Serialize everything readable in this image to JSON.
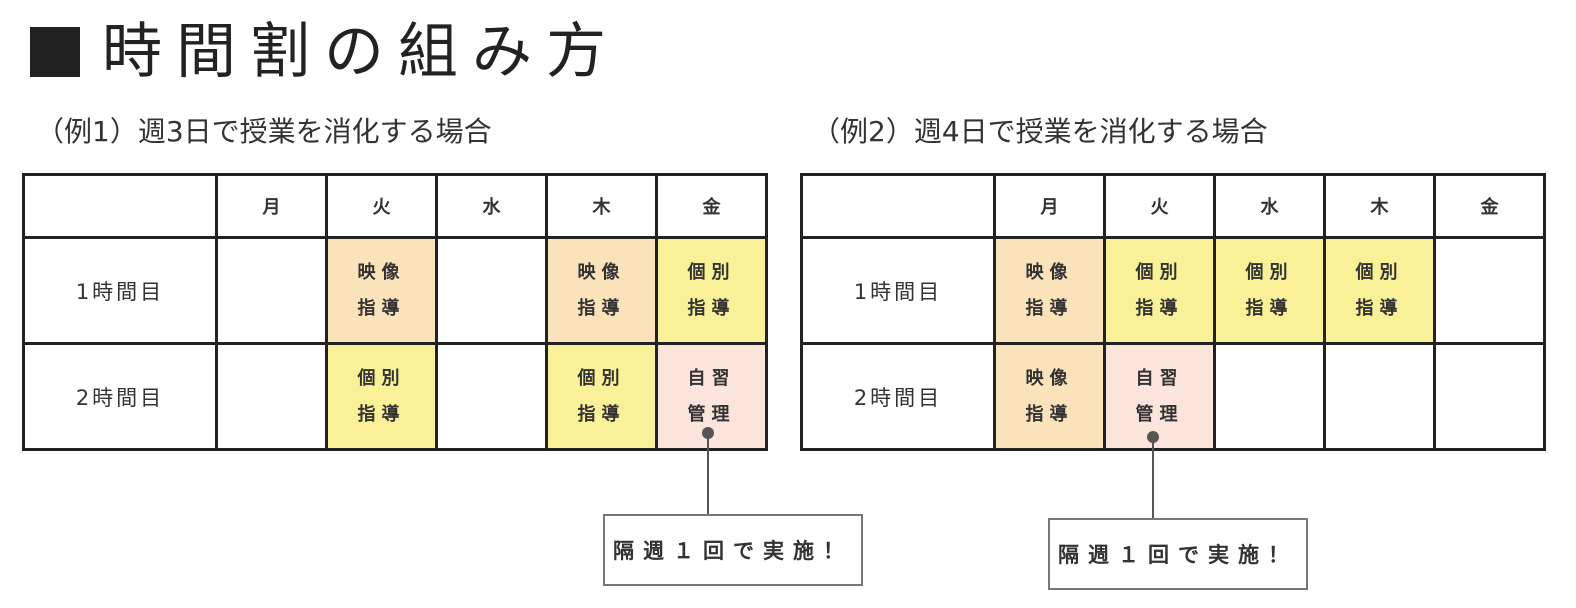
{
  "page": {
    "title": "時間割の組み方"
  },
  "examples": [
    {
      "caption": "（例1）週3日で授業を消化する場合",
      "days": [
        "月",
        "火",
        "水",
        "木",
        "金"
      ],
      "rows": [
        {
          "label": "1時間目",
          "cells": [
            {
              "line1": "",
              "line2": "",
              "type": "empty"
            },
            {
              "line1": "映像",
              "line2": "指導",
              "type": "eizo"
            },
            {
              "line1": "",
              "line2": "",
              "type": "empty"
            },
            {
              "line1": "映像",
              "line2": "指導",
              "type": "eizo"
            },
            {
              "line1": "個別",
              "line2": "指導",
              "type": "kobetsu"
            }
          ]
        },
        {
          "label": "2時間目",
          "cells": [
            {
              "line1": "",
              "line2": "",
              "type": "empty"
            },
            {
              "line1": "個別",
              "line2": "指導",
              "type": "kobetsu"
            },
            {
              "line1": "",
              "line2": "",
              "type": "empty"
            },
            {
              "line1": "個別",
              "line2": "指導",
              "type": "kobetsu"
            },
            {
              "line1": "自習",
              "line2": "管理",
              "type": "jishu"
            }
          ]
        }
      ],
      "note": "隔週１回で実施！"
    },
    {
      "caption": "（例2）週4日で授業を消化する場合",
      "days": [
        "月",
        "火",
        "水",
        "木",
        "金"
      ],
      "rows": [
        {
          "label": "1時間目",
          "cells": [
            {
              "line1": "映像",
              "line2": "指導",
              "type": "eizo"
            },
            {
              "line1": "個別",
              "line2": "指導",
              "type": "kobetsu"
            },
            {
              "line1": "個別",
              "line2": "指導",
              "type": "kobetsu"
            },
            {
              "line1": "個別",
              "line2": "指導",
              "type": "kobetsu"
            },
            {
              "line1": "",
              "line2": "",
              "type": "empty"
            }
          ]
        },
        {
          "label": "2時間目",
          "cells": [
            {
              "line1": "映像",
              "line2": "指導",
              "type": "eizo"
            },
            {
              "line1": "自習",
              "line2": "管理",
              "type": "jishu"
            },
            {
              "line1": "",
              "line2": "",
              "type": "empty"
            },
            {
              "line1": "",
              "line2": "",
              "type": "empty"
            },
            {
              "line1": "",
              "line2": "",
              "type": "empty"
            }
          ]
        }
      ],
      "note": "隔週１回で実施！"
    }
  ],
  "colors": {
    "eizo": "#fae2bb",
    "kobetsu": "#f9f198",
    "jishu": "#fae4dc",
    "border": "#222222"
  }
}
